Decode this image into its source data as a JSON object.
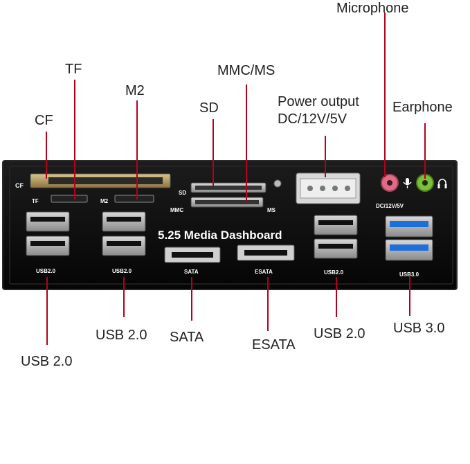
{
  "panel": {
    "title": "5.25 Media Dashboard",
    "slot_labels": {
      "cf": "CF",
      "tf": "TF",
      "m2": "M2",
      "sd": "SD",
      "mmc": "MMC",
      "ms": "MS",
      "dc": "DC/12V/5V",
      "sata": "SATA",
      "esata": "ESATA",
      "usb_a": "USB2.0",
      "usb_b": "USB2.0",
      "usb_c": "USB2.0",
      "usb_d": "USB3.0"
    }
  },
  "callouts": {
    "microphone": "Microphone",
    "tf": "TF",
    "mmc_ms": "MMC/MS",
    "m2": "M2",
    "power_line1": "Power output",
    "power_line2": "DC/12V/5V",
    "sd": "SD",
    "earphone": "Earphone",
    "cf": "CF",
    "usb_left": "USB 2.0",
    "usb_second": "USB 2.0",
    "sata": "SATA",
    "esata": "ESATA",
    "usb_right": "USB 2.0",
    "usb3": "USB 3.0"
  },
  "colors": {
    "leader": "#b3001b",
    "panel": "#0d0d0d",
    "usb3_blue": "#1e6fd9",
    "mic_pink": "#e06b86",
    "earphone_green": "#7bbf3a"
  }
}
